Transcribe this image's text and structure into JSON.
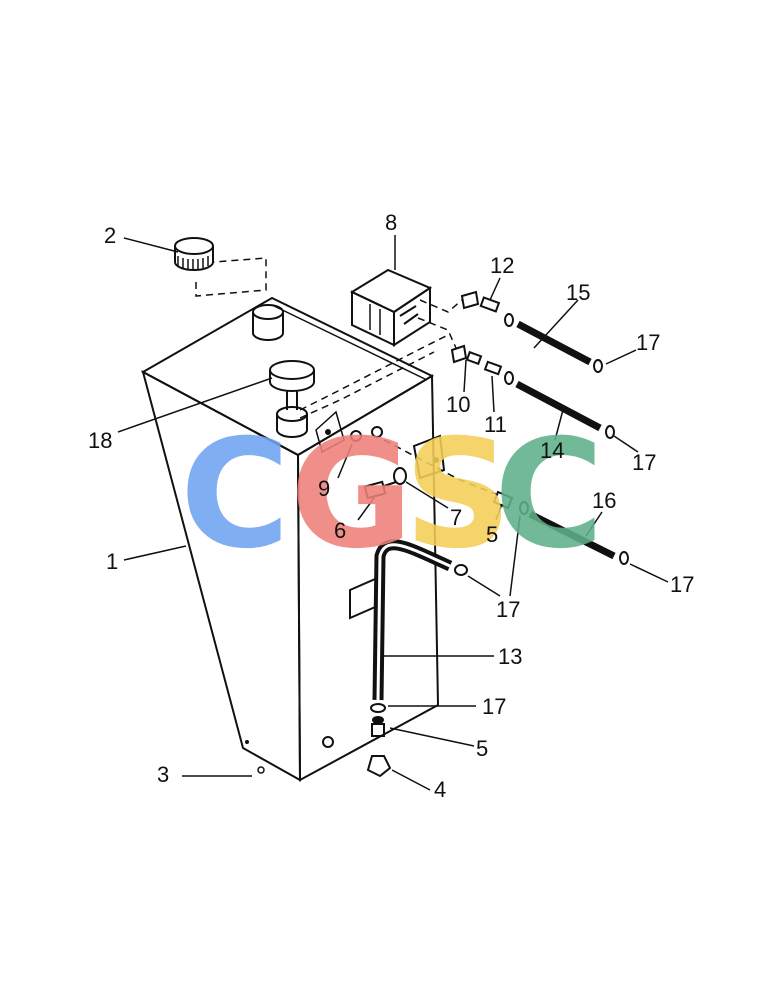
{
  "watermark": {
    "letters": [
      "C",
      "G",
      "S",
      "C"
    ],
    "colors": [
      "#6fa3f2",
      "#ee8079",
      "#f4cf57",
      "#5fb08a"
    ]
  },
  "callouts": {
    "c1": "1",
    "c2": "2",
    "c3": "3",
    "c4": "4",
    "c5a": "5",
    "c5b": "5",
    "c6": "6",
    "c7": "7",
    "c8": "8",
    "c9": "9",
    "c10": "10",
    "c11": "11",
    "c12": "12",
    "c13": "13",
    "c14": "14",
    "c15": "15",
    "c16": "16",
    "c17a": "17",
    "c17b": "17",
    "c17c": "17",
    "c17d": "17",
    "c17e": "17",
    "c18": "18"
  }
}
